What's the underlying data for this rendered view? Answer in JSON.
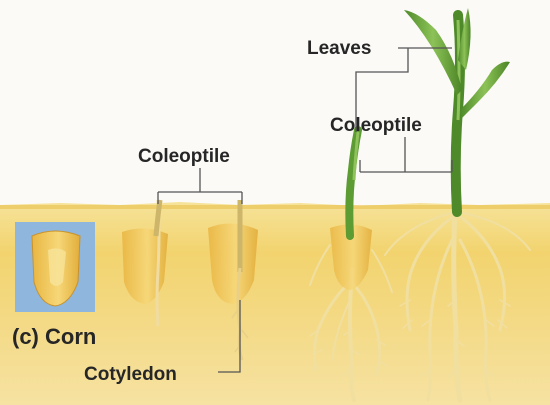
{
  "labels": {
    "leaves": "Leaves",
    "coleoptile_left": "Coleoptile",
    "coleoptile_right": "Coleoptile",
    "caption": "(c) Corn",
    "cotyledon": "Cotyledon"
  },
  "colors": {
    "background": "#fbfaf7",
    "soil": "#f2d57a",
    "soil_deep": "#ecc555",
    "kernel": "#f0c655",
    "kernel_frame": "#8fb6dc",
    "root": "#f1dfa0",
    "shoot_green": "#5d9b33",
    "leaf_light": "#8fc25a",
    "leader_line": "#555555",
    "text": "#262626"
  }
}
